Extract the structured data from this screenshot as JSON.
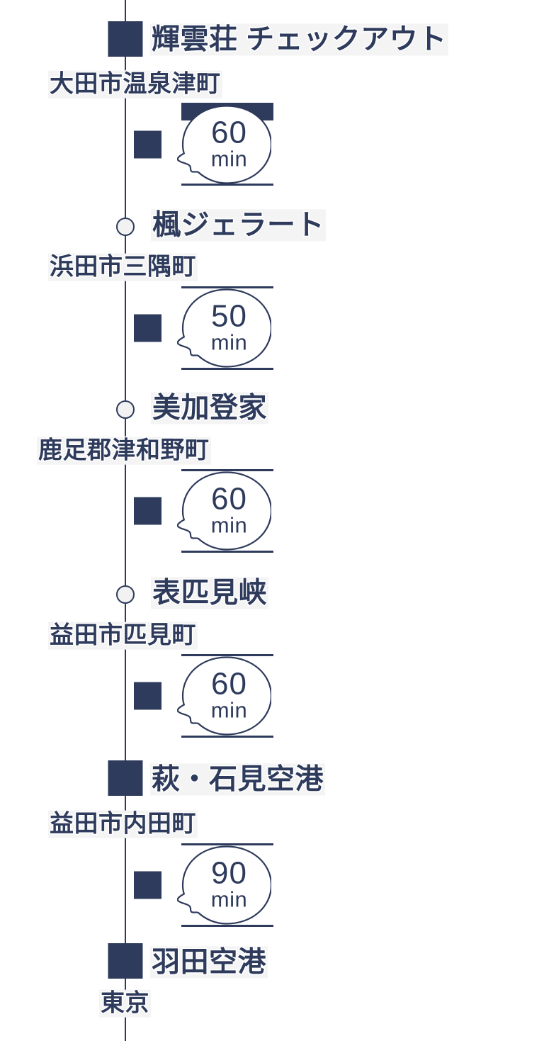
{
  "theme": {
    "ink": "#2e3b5c",
    "highlight": "#f4f4f4",
    "page_background": "#ffffff",
    "outline": "#ffffff"
  },
  "timeline": {
    "unit_label": "min",
    "stops": [
      {
        "id": "kiunso",
        "name": "輝雲荘 チェックアウト",
        "city": "大田市温泉津町",
        "marker": "square"
      },
      {
        "id": "kaede-gelato",
        "name": "楓ジェラート",
        "city": "浜田市三隅町",
        "marker": "circle"
      },
      {
        "id": "mikadoya",
        "name": "美加登家",
        "city": "鹿足郡津和野町",
        "marker": "circle"
      },
      {
        "id": "omote-hikimi-kyo",
        "name": "表匹見峡",
        "city": "益田市匹見町",
        "marker": "circle"
      },
      {
        "id": "hagi-iwami-airport",
        "name": "萩・石見空港",
        "city": "益田市内田町",
        "marker": "square"
      },
      {
        "id": "haneda-airport",
        "name": "羽田空港",
        "city": "東京",
        "marker": "square"
      }
    ],
    "segments": [
      {
        "id": "seg-1",
        "duration": "60",
        "unit": "min",
        "style": "thick-top"
      },
      {
        "id": "seg-2",
        "duration": "50",
        "unit": "min",
        "style": "rule"
      },
      {
        "id": "seg-3",
        "duration": "60",
        "unit": "min",
        "style": "rule"
      },
      {
        "id": "seg-4",
        "duration": "60",
        "unit": "min",
        "style": "rule"
      },
      {
        "id": "seg-5",
        "duration": "90",
        "unit": "min",
        "style": "rule"
      }
    ]
  }
}
